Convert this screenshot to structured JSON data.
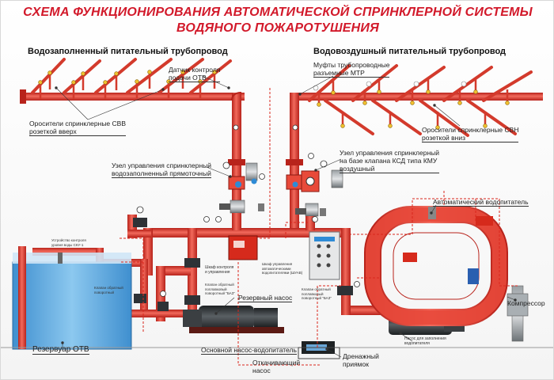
{
  "title": {
    "line1": "СХЕМА ФУНКЦИОНИРОВАНИЯ АВТОМАТИЧЕСКОЙ СПРИНКЛЕРНОЙ СИСТЕМЫ",
    "line2": "ВОДЯНОГО ПОЖАРОТУШЕНИЯ"
  },
  "sections": {
    "left": "Водозаполненный питательный трубопровод",
    "right": "Водовоздушный питательный трубопровод"
  },
  "labels": {
    "sensor": "Датчик контроля\nподачи ОТВ",
    "couplings": "Муфты трубопроводные\nразъемные МТР",
    "sprinklers_up": "Оросители спринклерные СВВ\nрозеткой вверх",
    "sprinklers_down": "Оросители спринклерные СВН\nрозеткой вниз",
    "control_wet": "Узел управления спринклерный\nводозаполненный прямоточный",
    "control_air": "Узел управления спринклерный\nна базе клапана КСД типа КМУ\nвоздушный",
    "water_heater": "Автоматический водопитатель",
    "compressor": "Компрессор",
    "reservoir": "Резервуар ОТВ",
    "reserve_pump": "Резервный насос",
    "main_pump": "Основной насос-водопитатель",
    "drain_pit": "Дренажный\nприямок",
    "drain_pump": "Откачивающий\nнасос",
    "fill_pump": "Насос для заполнения\nводопитателя",
    "control_cabinet": "Шкаф контроля\nи управления",
    "valve_a": "Клапан обратный\nпоплавковый\nповоротный \"БАЗ\"",
    "cabinet_auto": "Шкаф управления\nавтоматическими\nводопитателями (ШУАВ)",
    "valve_b": "Клапан обратный\nпоплавковый\nповоротный \"БАЗ\"",
    "level_sensor": "Устройство контроля\nуровня воды СКУ-1",
    "valve_c": "Клапан обратный\nповоротный"
  },
  "colors": {
    "pipe": "#e8493b",
    "pipe_dark": "#b8231b",
    "title": "#d2192a",
    "signal_line": "#d9261c",
    "tank_water": "#5aa9df",
    "pump_body": "#2f3336"
  }
}
